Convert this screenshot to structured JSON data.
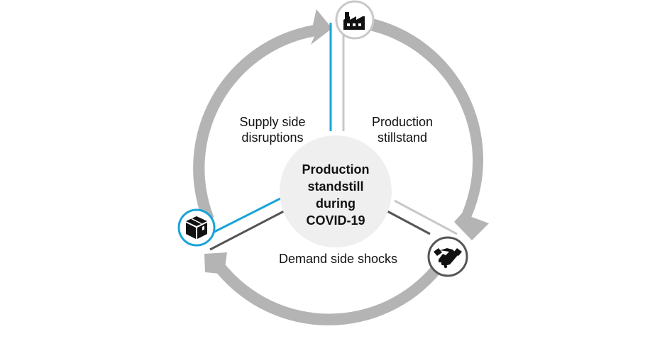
{
  "center": {
    "lines": [
      "Production",
      "standstill",
      "during",
      "COVID-19"
    ]
  },
  "labels": {
    "supply": [
      "Supply side",
      "disruptions"
    ],
    "production": [
      "Production",
      "stillstand"
    ],
    "demand": "Demand side shocks"
  },
  "nodes": {
    "top": {
      "icon": "factory-icon",
      "ring_color": "#c8c8c8"
    },
    "left": {
      "icon": "box-icon",
      "ring_color": "#1aa3d9"
    },
    "right": {
      "icon": "handshake-icon",
      "ring_color": "#555555"
    }
  },
  "colors": {
    "cycle_arrows": "#b4b4b4",
    "center_fill": "#efefef",
    "accent_blue": "#1aa3d9",
    "line_gray_light": "#c8c8c8",
    "line_gray_dark": "#555555"
  }
}
